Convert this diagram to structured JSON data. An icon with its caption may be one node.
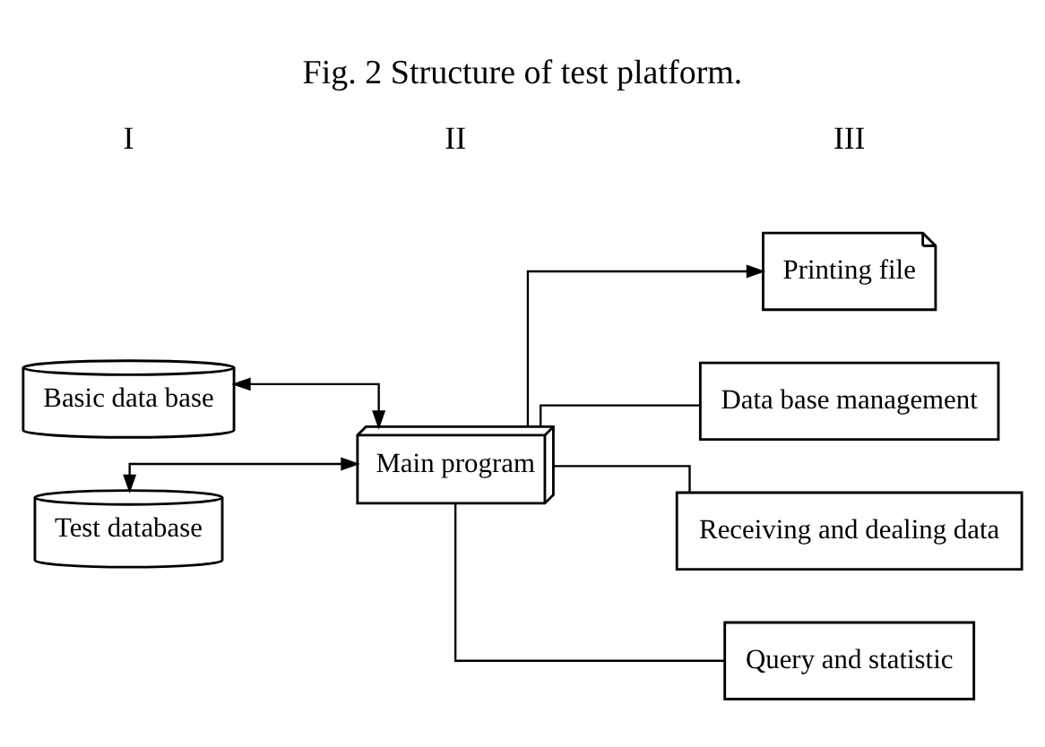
{
  "diagram": {
    "title": "Fig. 2 Structure of test platform.",
    "nodes": [
      {
        "text": [
          "Basic data base"
        ]
      },
      {
        "text": [
          "Test database"
        ]
      },
      {
        "text": [
          "Main program"
        ]
      },
      {
        "text": [
          "Printing file"
        ]
      },
      {
        "text": [
          "Data base management"
        ]
      },
      {
        "text": [
          "Receiving and dealing data"
        ]
      },
      {
        "text": [
          "Query and statistic"
        ]
      }
    ],
    "edges": [
      {
        "from": 0,
        "to": 2,
        "arrow": "both"
      },
      {
        "from": 1,
        "to": 2,
        "arrow": "both"
      },
      {
        "from": 2,
        "to": 3,
        "arrow": "to"
      },
      {
        "from": 2,
        "to": 4,
        "arrow": "none"
      },
      {
        "from": 2,
        "to": 5,
        "arrow": "none"
      },
      {
        "from": 2,
        "to": 6,
        "arrow": "none"
      }
    ],
    "labels": [
      "I",
      "II",
      "III"
    ]
  }
}
